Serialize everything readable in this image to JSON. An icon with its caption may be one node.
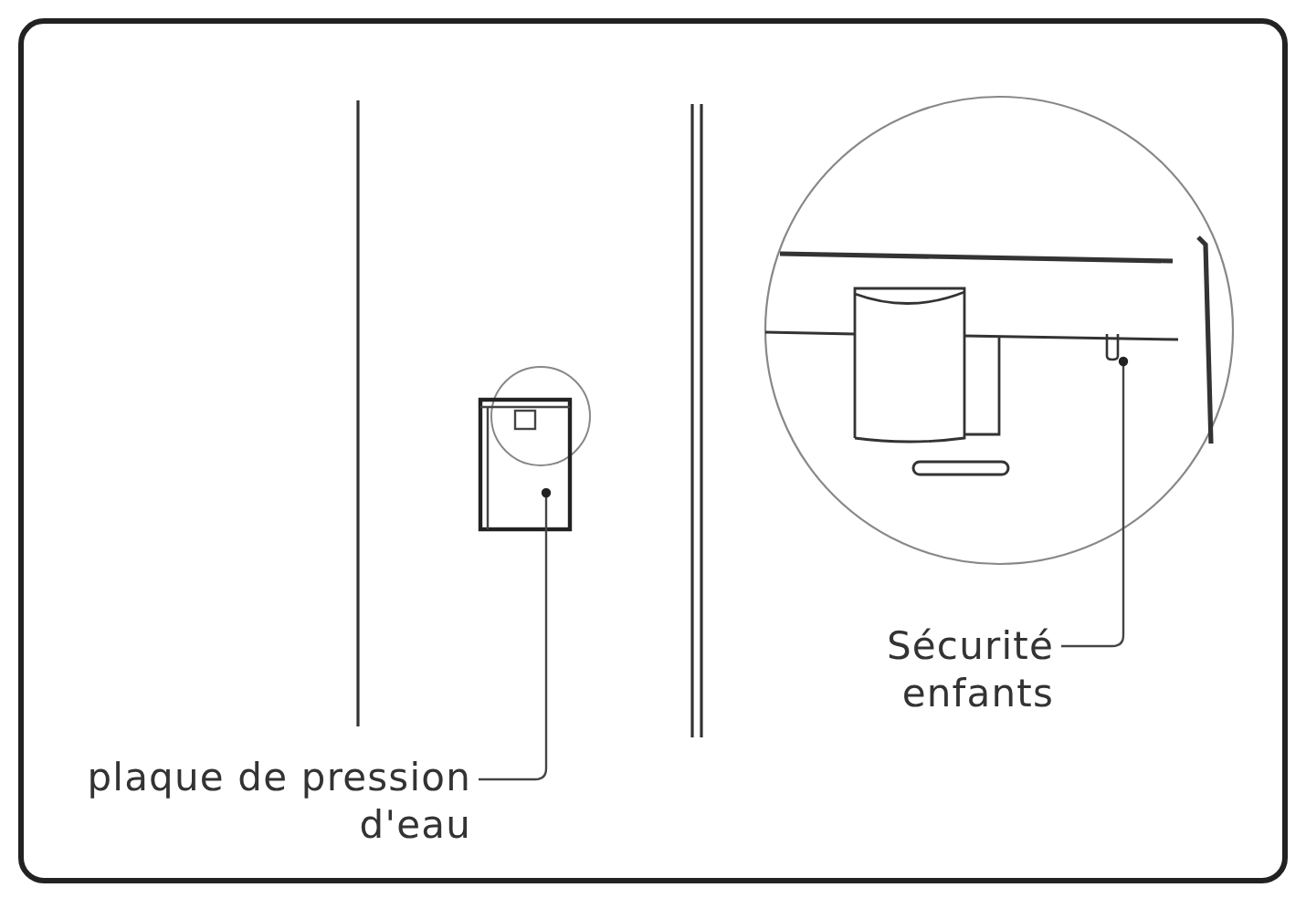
{
  "diagram": {
    "nodes": [
      {
        "text": [
          "plaque de pression d'eau"
        ]
      },
      {
        "text": [],
        "shape": "box"
      },
      {
        "text": [
          "Sécurité enfants"
        ]
      },
      {
        "text": [],
        "shape": "box"
      }
    ],
    "edges": [
      {
        "from": 0,
        "to": 1,
        "arrow": "other"
      },
      {
        "from": 2,
        "to": 3,
        "arrow": "other"
      }
    ]
  }
}
